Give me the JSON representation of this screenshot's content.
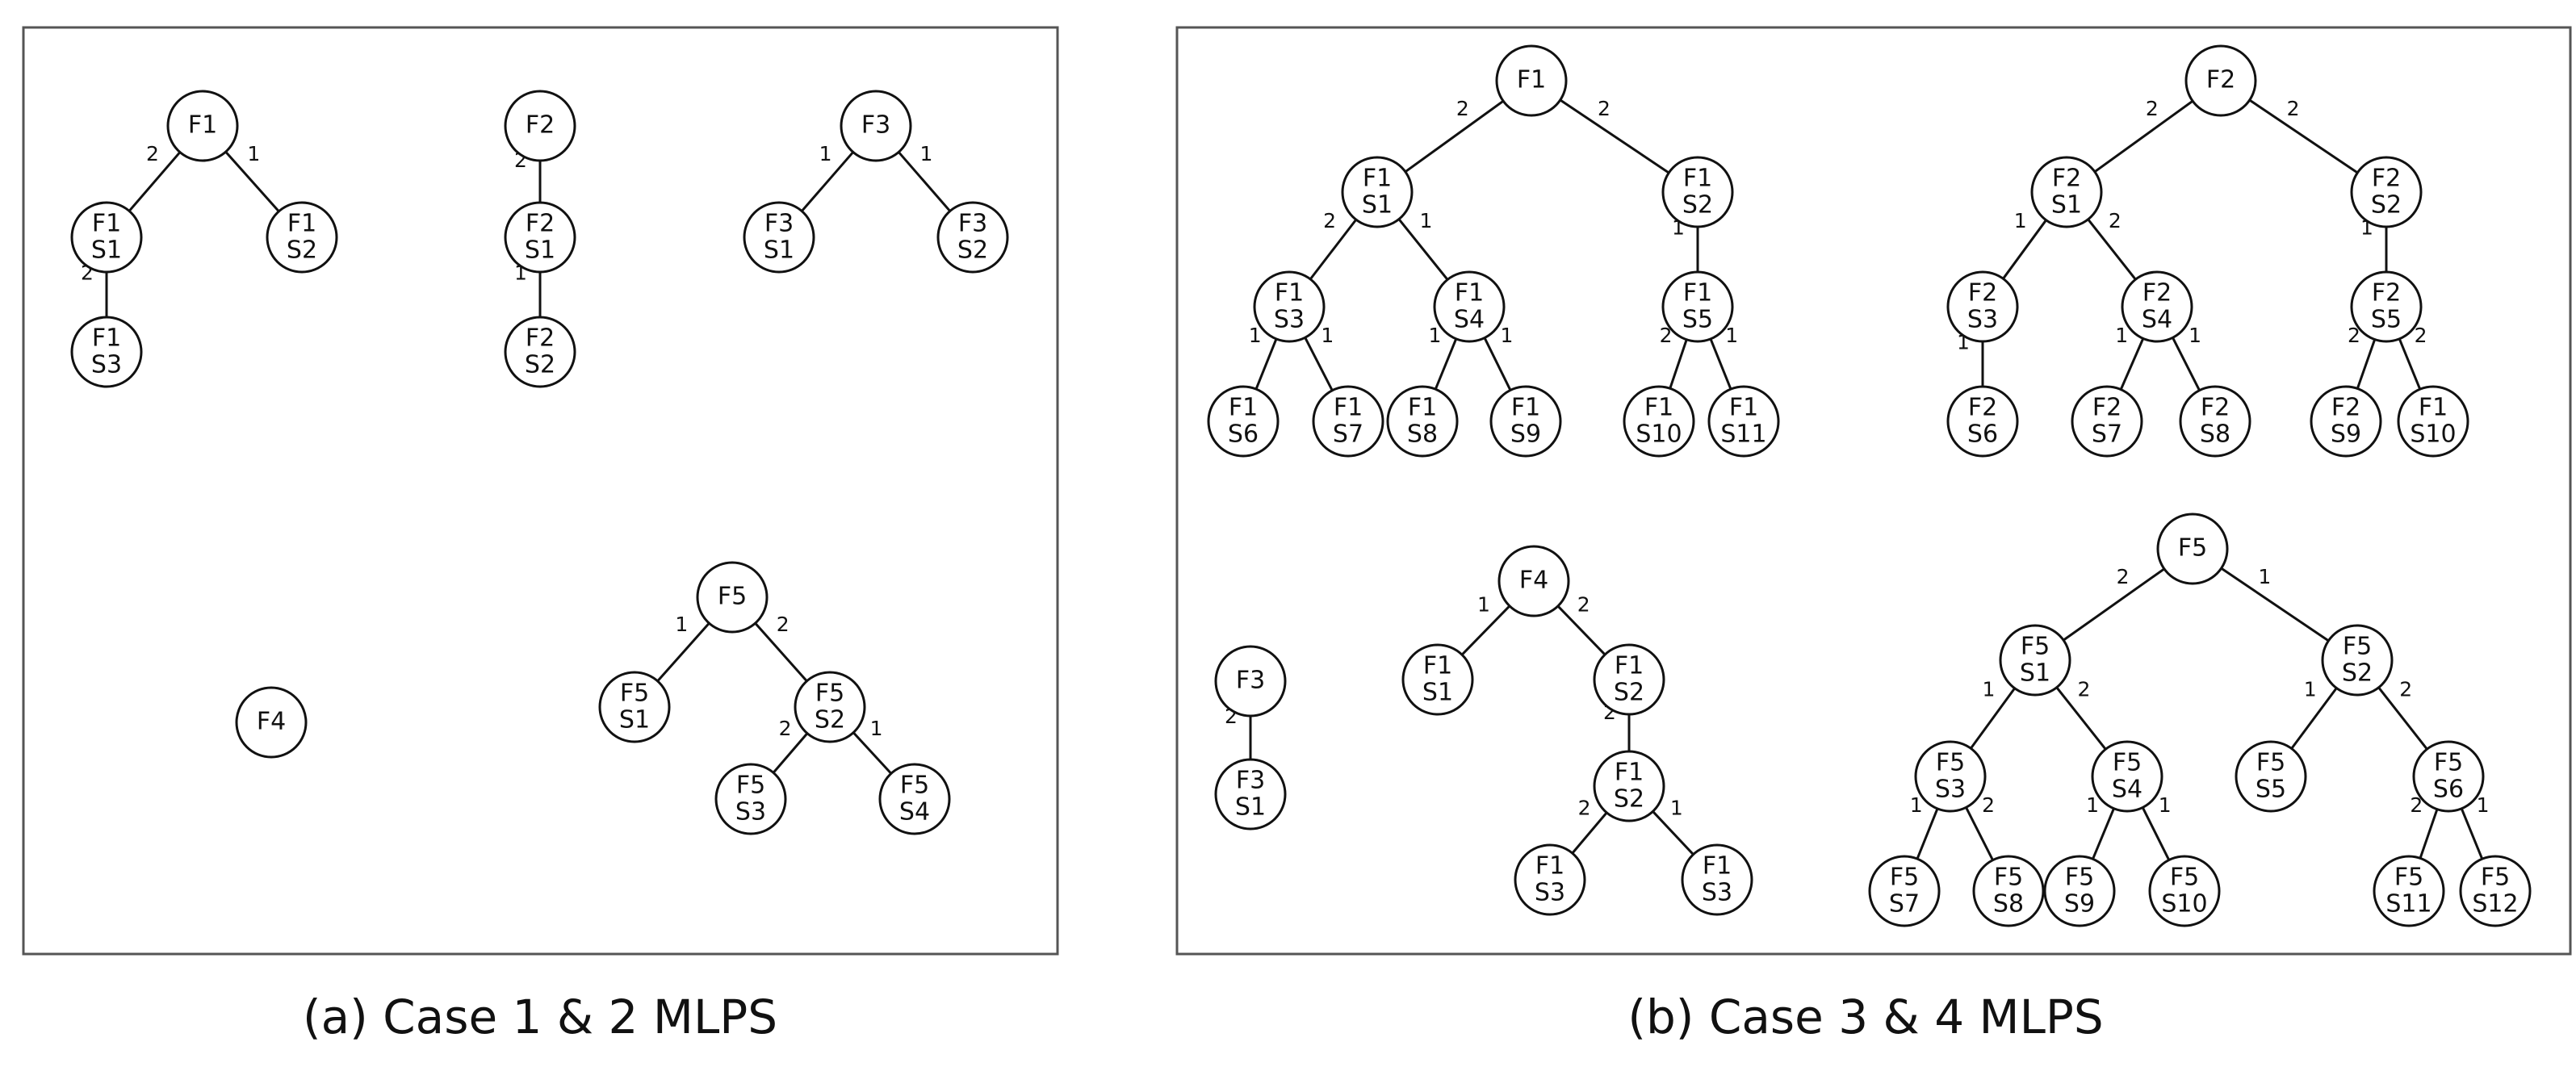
{
  "captions": {
    "a": "(a) Case 1 & 2 MLPS",
    "b": "(b) Case 3 & 4 MLPS"
  },
  "colors": {
    "line": "#111111",
    "panel_border": "#555555",
    "background": "#ffffff"
  },
  "nodes": {
    "a_f1": [
      "F1"
    ],
    "a_f1s1": [
      "F1",
      "S1"
    ],
    "a_f1s2": [
      "F1",
      "S2"
    ],
    "a_f1s3": [
      "F1",
      "S3"
    ],
    "a_f2": [
      "F2"
    ],
    "a_f2s1": [
      "F2",
      "S1"
    ],
    "a_f2s2": [
      "F2",
      "S2"
    ],
    "a_f3": [
      "F3"
    ],
    "a_f3s1": [
      "F3",
      "S1"
    ],
    "a_f3s2": [
      "F3",
      "S2"
    ],
    "a_f4": [
      "F4"
    ],
    "a_f5": [
      "F5"
    ],
    "a_f5s1": [
      "F5",
      "S1"
    ],
    "a_f5s2": [
      "F5",
      "S2"
    ],
    "a_f5s3": [
      "F5",
      "S3"
    ],
    "a_f5s4": [
      "F5",
      "S4"
    ],
    "b_f1": [
      "F1"
    ],
    "b_f1s1": [
      "F1",
      "S1"
    ],
    "b_f1s2": [
      "F1",
      "S2"
    ],
    "b_f1s3": [
      "F1",
      "S3"
    ],
    "b_f1s4": [
      "F1",
      "S4"
    ],
    "b_f1s5": [
      "F1",
      "S5"
    ],
    "b_f1s6": [
      "F1",
      "S6"
    ],
    "b_f1s7": [
      "F1",
      "S7"
    ],
    "b_f1s8": [
      "F1",
      "S8"
    ],
    "b_f1s9": [
      "F1",
      "S9"
    ],
    "b_f1s10": [
      "F1",
      "S10"
    ],
    "b_f1s11": [
      "F1",
      "S11"
    ],
    "b_f2": [
      "F2"
    ],
    "b_f2s1": [
      "F2",
      "S1"
    ],
    "b_f2s2": [
      "F2",
      "S2"
    ],
    "b_f2s3": [
      "F2",
      "S3"
    ],
    "b_f2s4": [
      "F2",
      "S4"
    ],
    "b_f2s5": [
      "F2",
      "S5"
    ],
    "b_f2s6": [
      "F2",
      "S6"
    ],
    "b_f2s7": [
      "F2",
      "S7"
    ],
    "b_f2s8": [
      "F2",
      "S8"
    ],
    "b_f2s9": [
      "F2",
      "S9"
    ],
    "b_f2_f1s10": [
      "F1",
      "S10"
    ],
    "b_f3": [
      "F3"
    ],
    "b_f3s1": [
      "F3",
      "S1"
    ],
    "b_f4": [
      "F4"
    ],
    "b_f4_f1s1": [
      "F1",
      "S1"
    ],
    "b_f4_f1s2a": [
      "F1",
      "S2"
    ],
    "b_f4_f1s2b": [
      "F1",
      "S2"
    ],
    "b_f4_f1s3a": [
      "F1",
      "S3"
    ],
    "b_f4_f1s3b": [
      "F1",
      "S3"
    ],
    "b_f5": [
      "F5"
    ],
    "b_f5s1": [
      "F5",
      "S1"
    ],
    "b_f5s2": [
      "F5",
      "S2"
    ],
    "b_f5s3": [
      "F5",
      "S3"
    ],
    "b_f5s4": [
      "F5",
      "S4"
    ],
    "b_f5s5": [
      "F5",
      "S5"
    ],
    "b_f5s6": [
      "F5",
      "S6"
    ],
    "b_f5s7": [
      "F5",
      "S7"
    ],
    "b_f5s8": [
      "F5",
      "S8"
    ],
    "b_f5s9": [
      "F5",
      "S9"
    ],
    "b_f5s10": [
      "F5",
      "S10"
    ],
    "b_f5s11": [
      "F5",
      "S11"
    ],
    "b_f5s12": [
      "F5",
      "S12"
    ]
  },
  "edges": [
    {
      "from": "a_f1",
      "to": "a_f1s1",
      "label": "2"
    },
    {
      "from": "a_f1",
      "to": "a_f1s2",
      "label": "1"
    },
    {
      "from": "a_f1s1",
      "to": "a_f1s3",
      "label": "2"
    },
    {
      "from": "a_f2",
      "to": "a_f2s1",
      "label": "2"
    },
    {
      "from": "a_f2s1",
      "to": "a_f2s2",
      "label": "1"
    },
    {
      "from": "a_f3",
      "to": "a_f3s1",
      "label": "1"
    },
    {
      "from": "a_f3",
      "to": "a_f3s2",
      "label": "1"
    },
    {
      "from": "a_f5",
      "to": "a_f5s1",
      "label": "1"
    },
    {
      "from": "a_f5",
      "to": "a_f5s2",
      "label": "2"
    },
    {
      "from": "a_f5s2",
      "to": "a_f5s3",
      "label": "2"
    },
    {
      "from": "a_f5s2",
      "to": "a_f5s4",
      "label": "1"
    },
    {
      "from": "b_f1",
      "to": "b_f1s1",
      "label": "2"
    },
    {
      "from": "b_f1",
      "to": "b_f1s2",
      "label": "2"
    },
    {
      "from": "b_f1s1",
      "to": "b_f1s3",
      "label": "2"
    },
    {
      "from": "b_f1s1",
      "to": "b_f1s4",
      "label": "1"
    },
    {
      "from": "b_f1s2",
      "to": "b_f1s5",
      "label": "1"
    },
    {
      "from": "b_f1s3",
      "to": "b_f1s6",
      "label": "1"
    },
    {
      "from": "b_f1s3",
      "to": "b_f1s7",
      "label": "1"
    },
    {
      "from": "b_f1s4",
      "to": "b_f1s8",
      "label": "1"
    },
    {
      "from": "b_f1s4",
      "to": "b_f1s9",
      "label": "1"
    },
    {
      "from": "b_f1s5",
      "to": "b_f1s10",
      "label": "2"
    },
    {
      "from": "b_f1s5",
      "to": "b_f1s11",
      "label": "1"
    },
    {
      "from": "b_f2",
      "to": "b_f2s1",
      "label": "2"
    },
    {
      "from": "b_f2",
      "to": "b_f2s2",
      "label": "2"
    },
    {
      "from": "b_f2s1",
      "to": "b_f2s3",
      "label": "1"
    },
    {
      "from": "b_f2s1",
      "to": "b_f2s4",
      "label": "2"
    },
    {
      "from": "b_f2s2",
      "to": "b_f2s5",
      "label": "1"
    },
    {
      "from": "b_f2s3",
      "to": "b_f2s6",
      "label": "1"
    },
    {
      "from": "b_f2s4",
      "to": "b_f2s7",
      "label": "1"
    },
    {
      "from": "b_f2s4",
      "to": "b_f2s8",
      "label": "1"
    },
    {
      "from": "b_f2s5",
      "to": "b_f2s9",
      "label": "2"
    },
    {
      "from": "b_f2s5",
      "to": "b_f2_f1s10",
      "label": "2"
    },
    {
      "from": "b_f3",
      "to": "b_f3s1",
      "label": "2"
    },
    {
      "from": "b_f4",
      "to": "b_f4_f1s1",
      "label": "1"
    },
    {
      "from": "b_f4",
      "to": "b_f4_f1s2a",
      "label": "2"
    },
    {
      "from": "b_f4_f1s2a",
      "to": "b_f4_f1s2b",
      "label": "2"
    },
    {
      "from": "b_f4_f1s2b",
      "to": "b_f4_f1s3a",
      "label": "2"
    },
    {
      "from": "b_f4_f1s2b",
      "to": "b_f4_f1s3b",
      "label": "1"
    },
    {
      "from": "b_f5",
      "to": "b_f5s1",
      "label": "2"
    },
    {
      "from": "b_f5",
      "to": "b_f5s2",
      "label": "1"
    },
    {
      "from": "b_f5s1",
      "to": "b_f5s3",
      "label": "1"
    },
    {
      "from": "b_f5s1",
      "to": "b_f5s4",
      "label": "2"
    },
    {
      "from": "b_f5s2",
      "to": "b_f5s5",
      "label": "1"
    },
    {
      "from": "b_f5s2",
      "to": "b_f5s6",
      "label": "2"
    },
    {
      "from": "b_f5s3",
      "to": "b_f5s7",
      "label": "1"
    },
    {
      "from": "b_f5s3",
      "to": "b_f5s8",
      "label": "2"
    },
    {
      "from": "b_f5s4",
      "to": "b_f5s9",
      "label": "1"
    },
    {
      "from": "b_f5s4",
      "to": "b_f5s10",
      "label": "1"
    },
    {
      "from": "b_f5s6",
      "to": "b_f5s11",
      "label": "2"
    },
    {
      "from": "b_f5s6",
      "to": "b_f5s12",
      "label": "1"
    }
  ]
}
